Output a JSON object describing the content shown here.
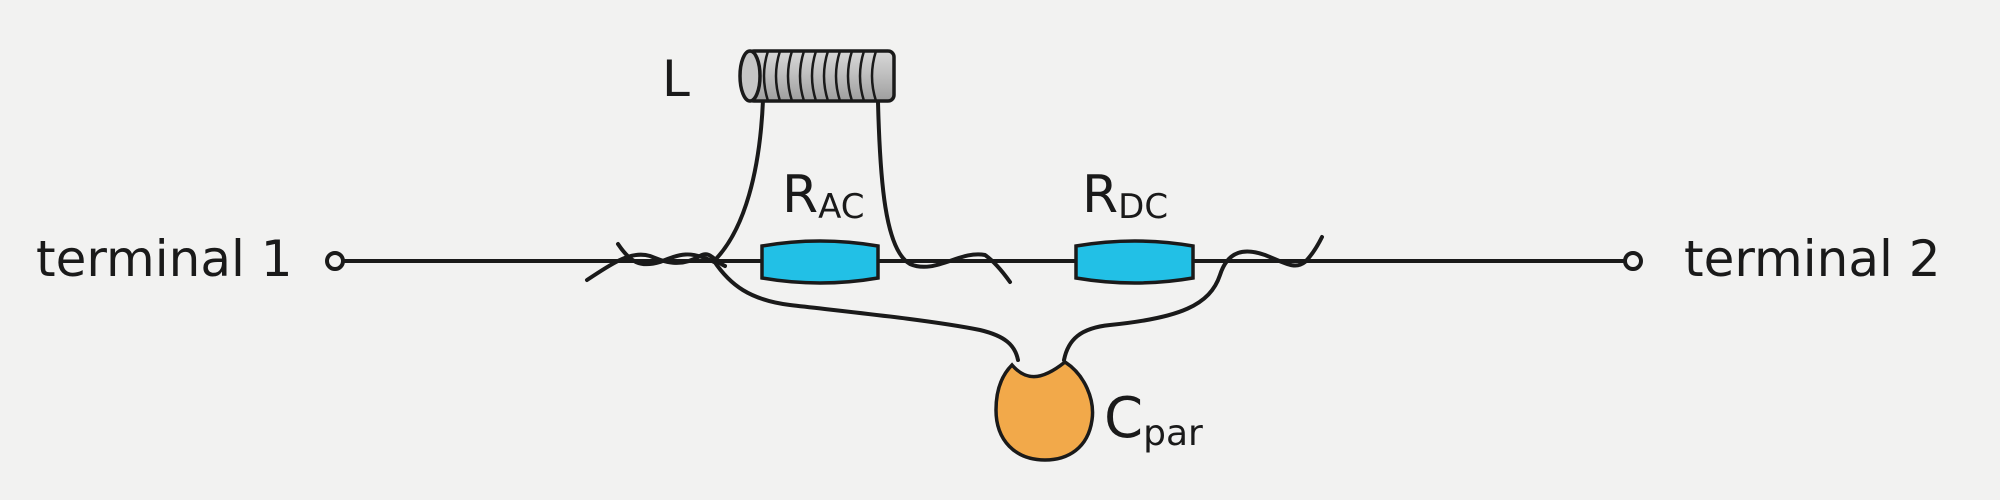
{
  "diagram": {
    "terminal_1": "terminal 1",
    "terminal_2": "terminal 2",
    "inductor": {
      "label": "L"
    },
    "resistor_ac": {
      "label": "R",
      "subscript": "AC"
    },
    "resistor_dc": {
      "label": "R",
      "subscript": "DC"
    },
    "capacitor": {
      "label": "C",
      "subscript": "par"
    },
    "colors": {
      "background": "#f2f2f1",
      "wire": "#1a1a1a",
      "resistor": "#22c0e6",
      "capacitor": "#f2a94a",
      "inductor": "#bdbdbd"
    }
  }
}
